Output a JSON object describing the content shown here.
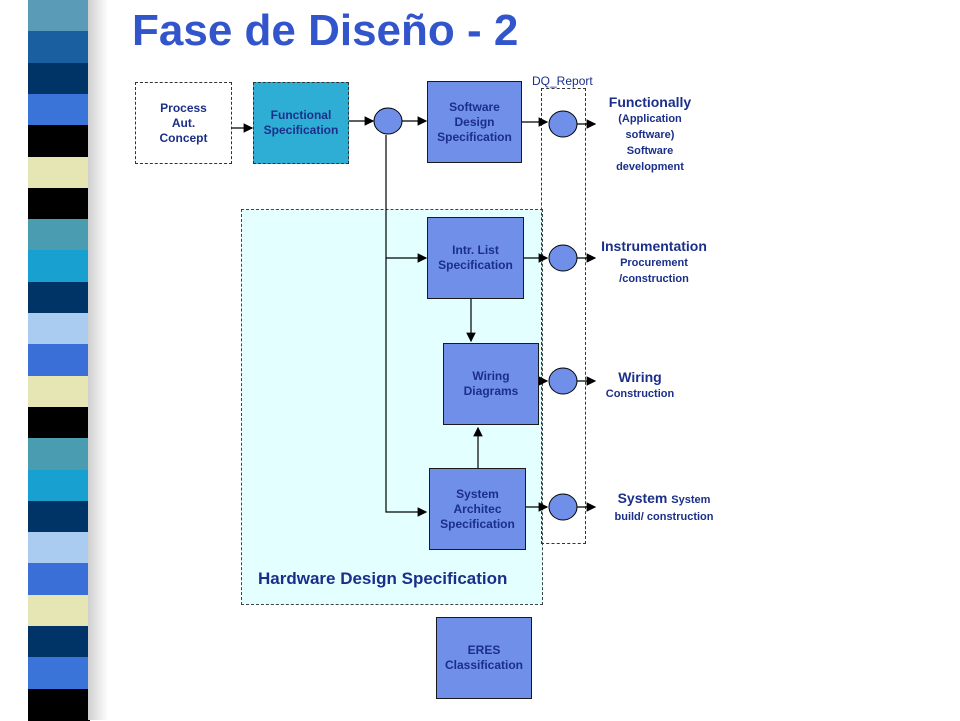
{
  "title": "Fase de Diseño - 2",
  "colors": {
    "title": "#3355cc",
    "box_fill": "#6f8fe8",
    "functional_fill": "#2eaed4",
    "hardware_panel": "#e3ffff",
    "text": "#1b2f8a"
  },
  "strip_colors": [
    "#5a9cb8",
    "#1a5fa0",
    "#003366",
    "#3a74d8",
    "#000000",
    "#e6e6b4",
    "#000000",
    "#4a9cb0",
    "#17a0d0",
    "#003366",
    "#aaccf0",
    "#3a6fd8",
    "#e6e6b4",
    "#000000",
    "#4a9cb0",
    "#17a0d0",
    "#003366",
    "#aaccf0",
    "#3a6fd8",
    "#e6e6b4",
    "#003366",
    "#3a74d8",
    "#000000"
  ],
  "nodes": {
    "process": "Process\nAut.\nConcept",
    "functional": "Functional\nSpecification",
    "software": "Software\nDesign\nSpecification",
    "instr": "Intr. List\nSpecification",
    "wiring": "Wiring\nDiagrams",
    "system": "System\nArchitec\nSpecification",
    "eres": "ERES\nClassification"
  },
  "hardware_label": "Hardware Design Specification",
  "dq_label": "DQ_Report",
  "outputs": {
    "functionally": {
      "heading": "Functionally",
      "sub": "(Application\nsoftware)\nSoftware\ndevelopment"
    },
    "instrumentation": {
      "heading": "Instrumentation",
      "sub": "Procurement\n/construction"
    },
    "wiring": {
      "heading": "Wiring",
      "sub": "Construction"
    },
    "system": {
      "heading": "System",
      "heading_small": "System",
      "sub": "build/ construction"
    }
  }
}
